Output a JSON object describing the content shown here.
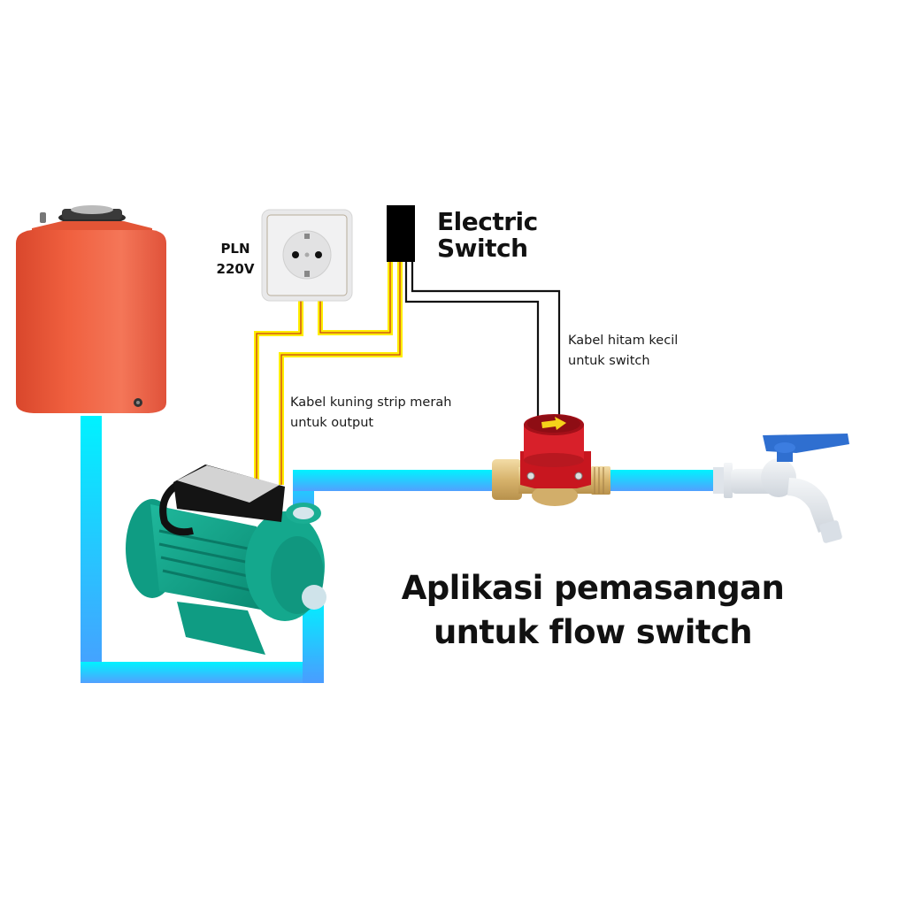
{
  "diagram": {
    "title_line1": "Aplikasi pemasangan",
    "title_line2": "untuk flow switch",
    "power_source": {
      "line1": "PLN",
      "line2": "220V"
    },
    "switch_label": {
      "line1": "Electric",
      "line2": "Switch"
    },
    "notes": {
      "yellow_cable_line1": "Kabel kuning strip merah",
      "yellow_cable_line2": "untuk output",
      "black_cable_line1": "Kabel hitam kecil",
      "black_cable_line2": "untuk switch"
    },
    "components": [
      "water-tank",
      "water-pump",
      "wall-socket",
      "electric-switch",
      "flow-switch",
      "water-tap"
    ],
    "colors": {
      "pipe_light": "#00f2ff",
      "pipe_dark": "#4a9cff",
      "wire_yellow": "#ffee00",
      "wire_stripe": "#c8401a",
      "wire_black": "#111111",
      "tank": "#ee5a3c",
      "pump": "#12a189",
      "flow_switch": "#d8202a",
      "brass": "#d9b878",
      "tap_handle": "#2f6fd0"
    }
  }
}
